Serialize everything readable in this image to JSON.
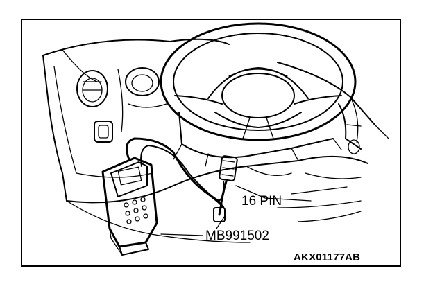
{
  "diagram": {
    "labels": {
      "connector": "16 PIN",
      "tool": "MB991502",
      "figure_id": "AKX01177AB"
    }
  },
  "colors": {
    "ink": "#000000",
    "paper": "#ffffff"
  }
}
